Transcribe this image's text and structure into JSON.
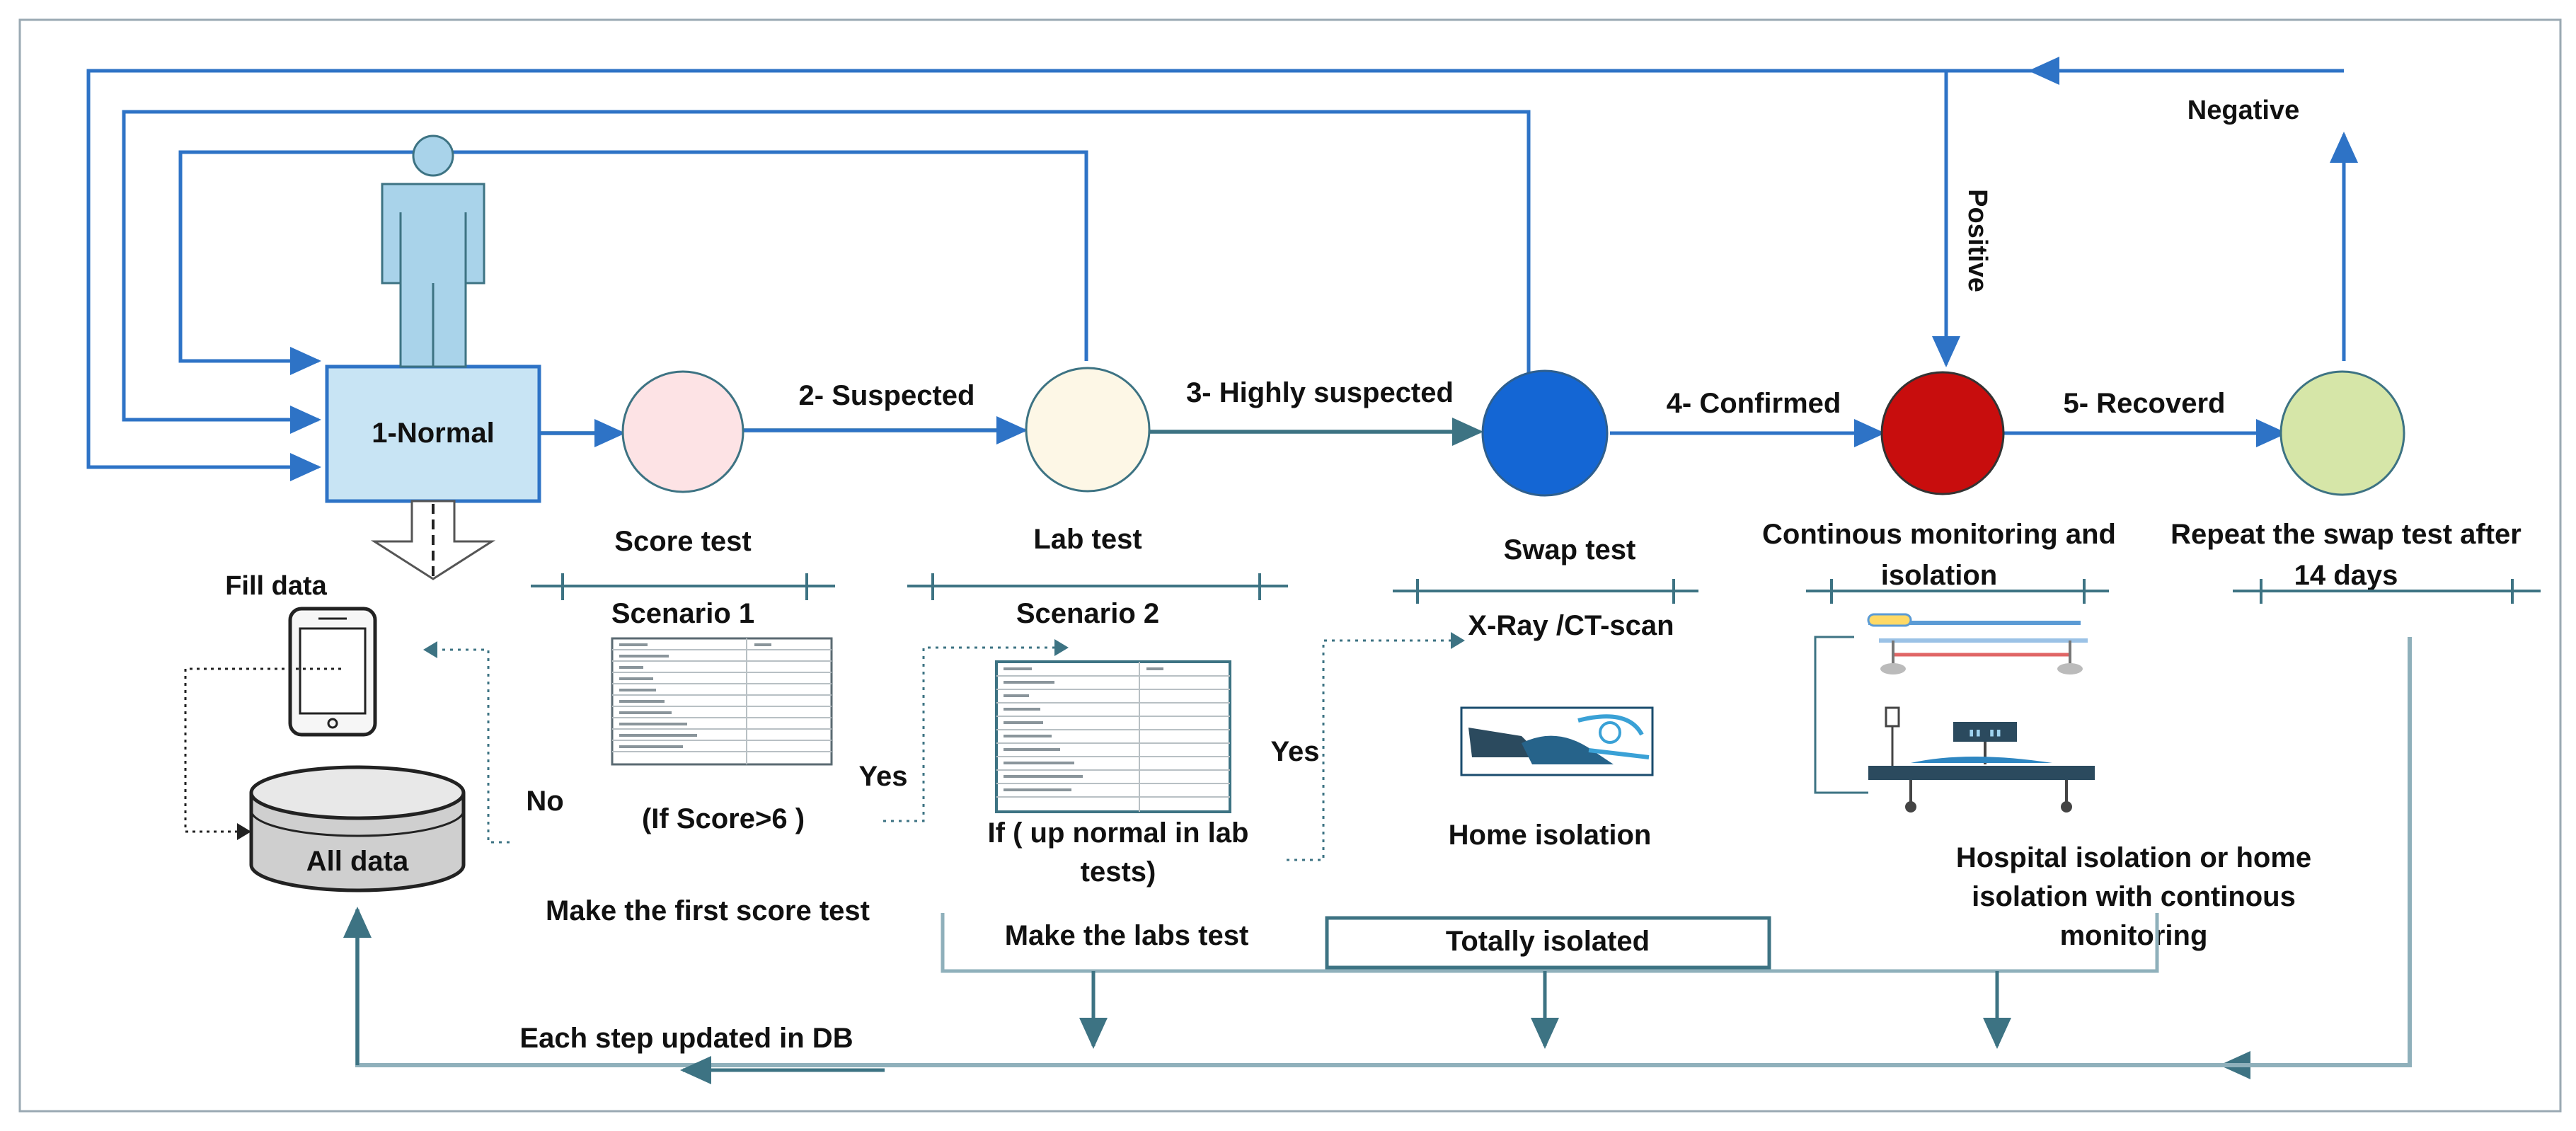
{
  "colors": {
    "arrow_blue": "#2e73c6",
    "arrow_teal": "#3d7383",
    "normal_box": "#c8e4f4",
    "score_node": "#fde3e5",
    "lab_node": "#fdf7e6",
    "swap_node": "#1466d4",
    "confirmed_node": "#c80d0d",
    "recovered_node": "#d6e6a8"
  },
  "nodes": {
    "normal": "1-Normal",
    "all_data": "All data",
    "fill_data": "Fill data"
  },
  "transitions": {
    "suspected": "2- Suspected",
    "highly_suspected": "3- Highly suspected",
    "confirmed": "4- Confirmed",
    "recovered": "5- Recoverd",
    "positive": "Positive",
    "negative": "Negative"
  },
  "stages": {
    "score_test": "Score test",
    "lab_test": "Lab test",
    "swap_test": "Swap test",
    "monitoring_line1": "Continous monitoring and",
    "monitoring_line2": "isolation",
    "repeat_line1": "Repeat the swap test after",
    "repeat_line2": "14 days"
  },
  "scenarios": {
    "scenario1": "Scenario 1",
    "scenario2": "Scenario 2"
  },
  "conditions": {
    "score": "(If Score>6 )",
    "lab_line1": "If ( up normal in lab",
    "lab_line2": "tests)",
    "yes1": "Yes",
    "yes2": "Yes",
    "no": "No"
  },
  "actions": {
    "first_score": "Make the first score test",
    "labs": "Make the labs test",
    "totally_isolated": "Totally isolated",
    "xray": "X-Ray /CT-scan",
    "home_isolation": "Home isolation",
    "hospital_line1": "Hospital isolation or home",
    "hospital_line2": "isolation with continous",
    "hospital_line3": "monitoring",
    "db_update": "Each step updated in DB"
  },
  "icons": [
    "person-icon",
    "smartphone-icon",
    "database-icon",
    "score-table-icon",
    "lab-table-icon",
    "ct-scanner-icon",
    "hospital-bed-icon",
    "monitoring-bed-icon"
  ]
}
